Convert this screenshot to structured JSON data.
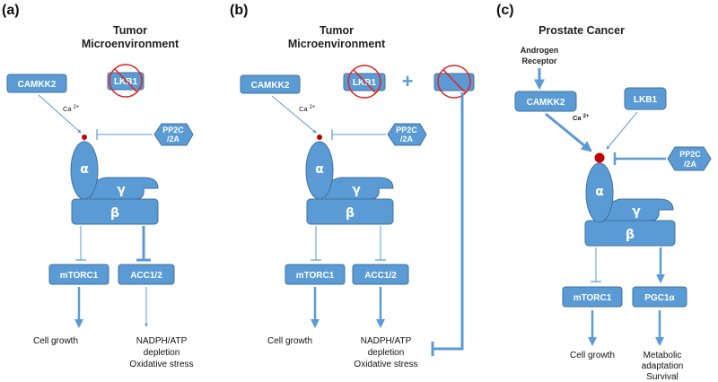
{
  "panels": {
    "a": {
      "label": "(a)",
      "title_line1": "Tumor",
      "title_line2": "Microenvironment",
      "camkk2": "CAMKK2",
      "lkb1": "LKB1",
      "ca": "Ca",
      "ca_sup": "2+",
      "pp2c_line1": "PP2C",
      "pp2c_line2": "/2A",
      "alpha": "α",
      "gamma": "γ",
      "beta": "β",
      "target1": "mTORC1",
      "target2": "ACC1/2",
      "out1": "Cell growth",
      "out2_line1": "NADPH/ATP",
      "out2_line2": "depletion",
      "out2_line3": "Oxidative stress"
    },
    "b": {
      "label": "(b)",
      "title_line1": "Tumor",
      "title_line2": "Microenvironment",
      "camkk2": "CAMKK2",
      "lkb1": "LKB1",
      "plus": "+",
      "ca": "Ca",
      "ca_sup": "2+",
      "pp2c_line1": "PP2C",
      "pp2c_line2": "/2A",
      "alpha": "α",
      "gamma": "γ",
      "beta": "β",
      "target1": "mTORC1",
      "target2": "ACC1/2",
      "out1": "Cell growth",
      "out2_line1": "NADPH/ATP",
      "out2_line2": "depletion",
      "out2_line3": "Oxidative stress"
    },
    "c": {
      "label": "(c)",
      "title": "Prostate Cancer",
      "receptor_line1": "Androgen",
      "receptor_line2": "Receptor",
      "camkk2": "CAMKK2",
      "lkb1": "LKB1",
      "ca": "Ca",
      "ca_sup": "2+",
      "pp2c_line1": "PP2C",
      "pp2c_line2": "/2A",
      "alpha": "α",
      "gamma": "γ",
      "beta": "β",
      "target1": "mTORC1",
      "target2": "PGC1α",
      "out1": "Cell growth",
      "out2_line1": "Metabolic",
      "out2_line2": "adaptation",
      "out2_line3": "Survival"
    }
  },
  "colors": {
    "box_fill": "#5b9bd5",
    "box_stroke": "#41719c",
    "inhibit_circle": "#e02020",
    "phospho_dot": "#c00000"
  }
}
